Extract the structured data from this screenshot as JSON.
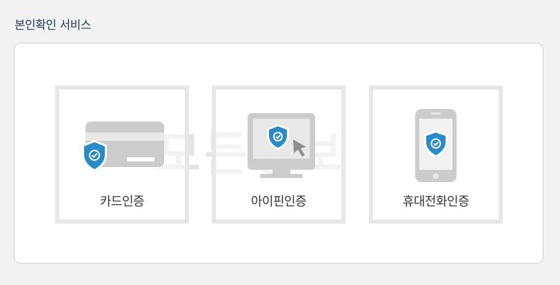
{
  "page": {
    "title": "본인확인 서비스"
  },
  "watermark": "모든정보",
  "options": [
    {
      "label": "카드인증",
      "icon": "credit-card-icon"
    },
    {
      "label": "아이핀인증",
      "icon": "monitor-cursor-icon"
    },
    {
      "label": "휴대전화인증",
      "icon": "mobile-phone-icon"
    }
  ],
  "colors": {
    "shield": "#2b8ac8",
    "device": "#cccccc",
    "title": "#2b3a55"
  }
}
